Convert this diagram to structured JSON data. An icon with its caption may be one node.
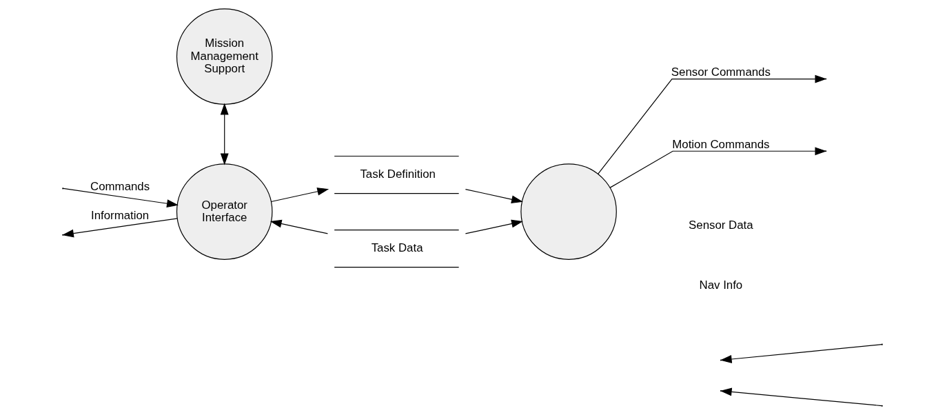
{
  "diagram": {
    "nodes": [
      {
        "text": [
          "Operator Interface"
        ]
      },
      {
        "text": [
          "Mission Management Support"
        ]
      },
      {
        "text": [
          "Task Definition"
        ]
      },
      {
        "text": [
          "Task Data"
        ]
      },
      {
        "text": [],
        "shape": "circle"
      }
    ],
    "edges": [
      {
        "from": null,
        "to": 0,
        "arrow": "to",
        "label": "Commands"
      },
      {
        "from": 0,
        "to": null,
        "arrow": "to",
        "label": "Information"
      },
      {
        "from": 0,
        "to": 1,
        "arrow": "both"
      },
      {
        "from": 0,
        "to": 2,
        "arrow": "to"
      },
      {
        "from": 3,
        "to": 0,
        "arrow": "to"
      },
      {
        "from": 2,
        "to": 4,
        "arrow": "to"
      },
      {
        "from": 3,
        "to": 4,
        "arrow": "to"
      },
      {
        "from": 4,
        "to": null,
        "arrow": "to",
        "label": "Sensor Commands"
      },
      {
        "from": 4,
        "to": null,
        "arrow": "to",
        "label": "Motion Commands"
      }
    ],
    "labels": [
      "Nav Info",
      "Sensor Data"
    ]
  }
}
